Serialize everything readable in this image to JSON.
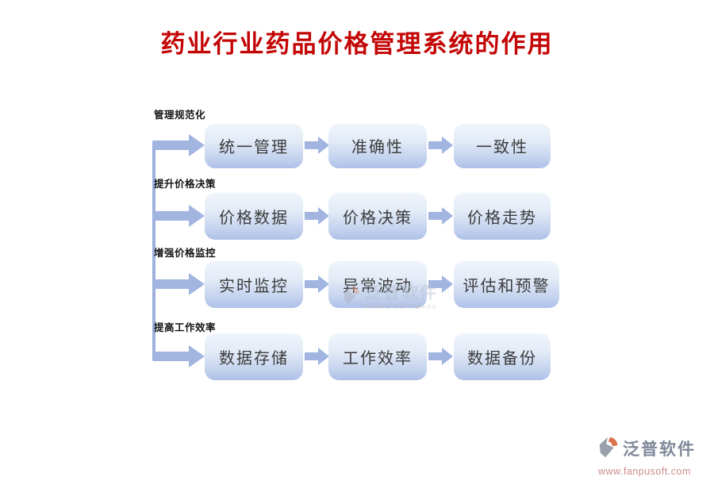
{
  "title": "药业行业药品价格管理系统的作用",
  "rows": [
    {
      "label": "管理规范化",
      "boxes": [
        "统一管理",
        "准确性",
        "一致性"
      ]
    },
    {
      "label": "提升价格决策",
      "boxes": [
        "价格数据",
        "价格决策",
        "价格走势"
      ]
    },
    {
      "label": "增强价格监控",
      "boxes": [
        "实时监控",
        "异常波动",
        "评估和预警"
      ]
    },
    {
      "label": "提高工作效率",
      "boxes": [
        "数据存储",
        "工作效率",
        "数据备份"
      ]
    }
  ],
  "watermark": {
    "text": "泛普软件",
    "subtext": "FANPU SOFTWARE"
  },
  "footer": {
    "brand": "泛普软件",
    "url": "www.fanpusoft.com"
  },
  "colors": {
    "title_red": "#c30505",
    "box_gradient_top": "#f1f5fb",
    "box_gradient_bottom": "#aec0e7",
    "arrow_blue": "#a2b5e1",
    "connector_blue": "#9db1dd",
    "label_black": "#141414",
    "box_text": "#3b3b3b",
    "brand_gray": "#80889a",
    "url_pink": "#cc8c8c",
    "logo_orange": "#d9714c",
    "logo_gray": "#9aa0ab"
  }
}
